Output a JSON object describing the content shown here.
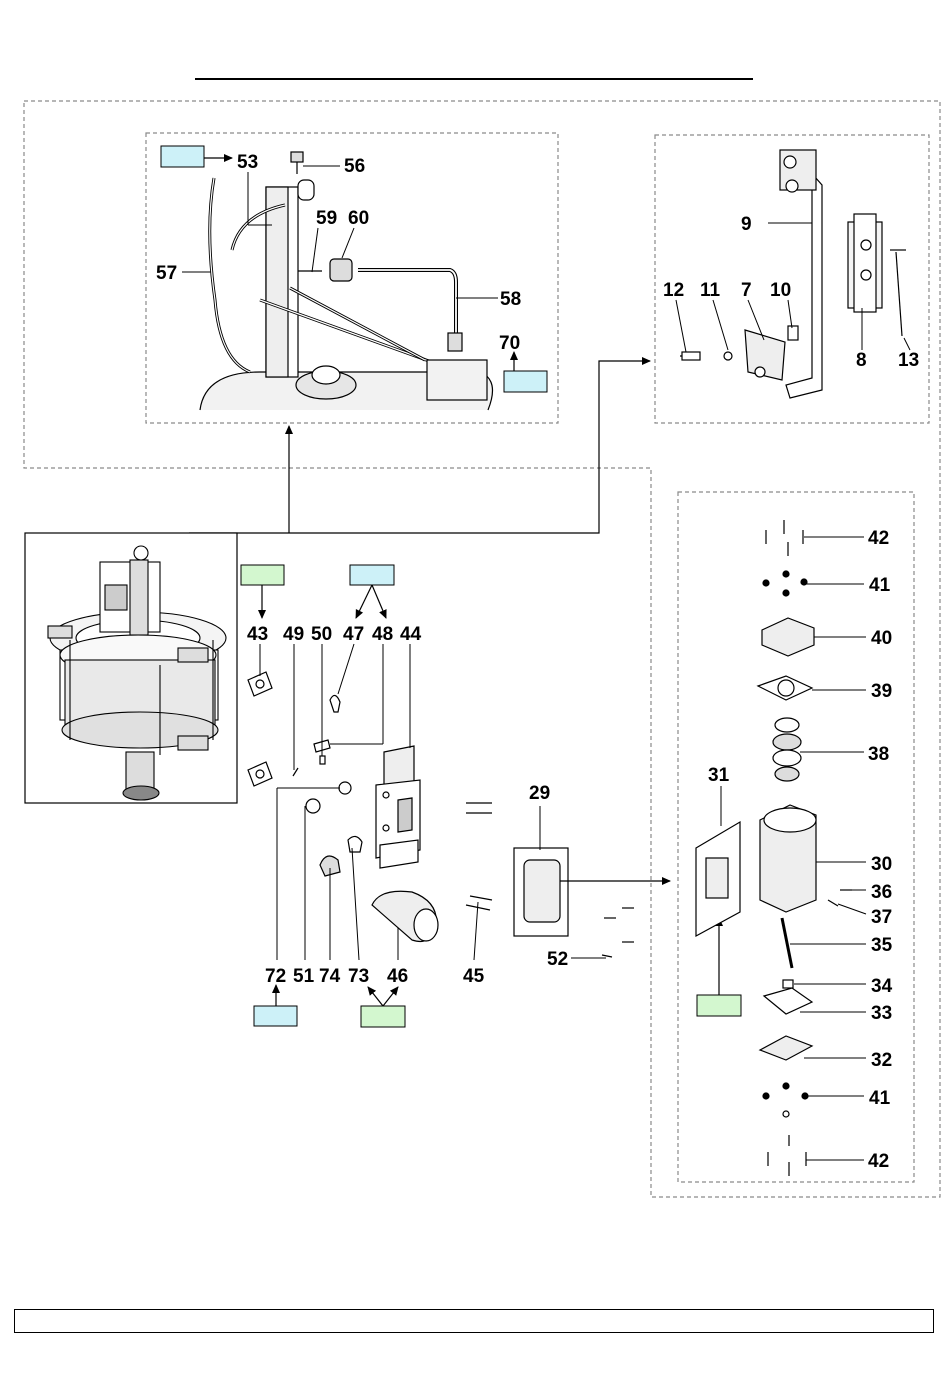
{
  "colors": {
    "tag_blue": "#cdf1f8",
    "tag_green": "#d3f7cf",
    "frame_dash": "#8a8a8a",
    "ink": "#000000"
  },
  "labels": {
    "p53": "53",
    "p56": "56",
    "p57": "57",
    "p58": "58",
    "p59": "59",
    "p60": "60",
    "p70": "70",
    "p9": "9",
    "p12": "12",
    "p11": "11",
    "p7": "7",
    "p10": "10",
    "p8": "8",
    "p13": "13",
    "p43": "43",
    "p49": "49",
    "p50": "50",
    "p47": "47",
    "p48": "48",
    "p44": "44",
    "p72": "72",
    "p51": "51",
    "p74": "74",
    "p73": "73",
    "p46": "46",
    "p45": "45",
    "p29": "29",
    "p52": "52",
    "p31": "31",
    "p42a": "42",
    "p41a": "41",
    "p40": "40",
    "p39": "39",
    "p38": "38",
    "p30": "30",
    "p36": "36",
    "p37": "37",
    "p35": "35",
    "p34": "34",
    "p33": "33",
    "p32": "32",
    "p41b": "41",
    "p42b": "42"
  }
}
